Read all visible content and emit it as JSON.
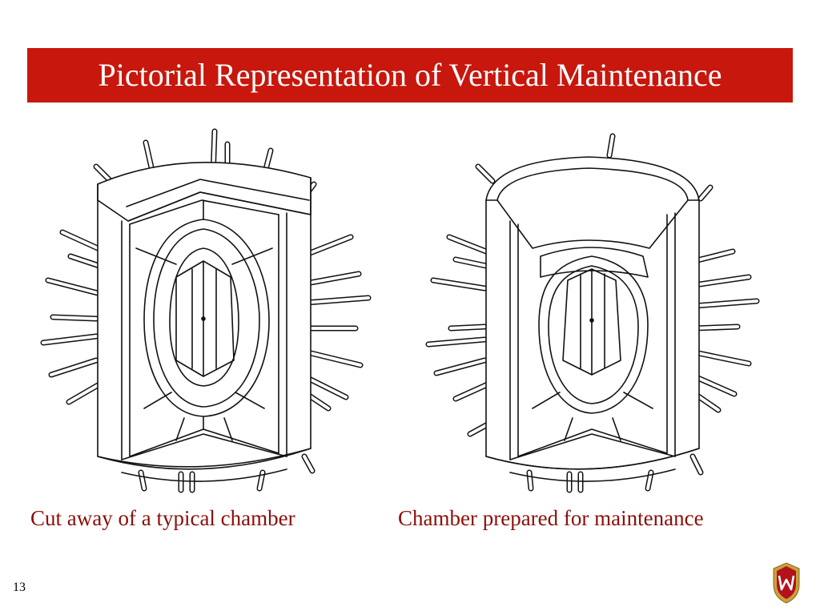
{
  "slide": {
    "title": "Pictorial Representation of Vertical Maintenance",
    "slide_number": "13"
  },
  "figures": {
    "left_caption": "Cut away of a typical chamber",
    "right_caption": "Chamber prepared for maintenance"
  },
  "logo": {
    "icon": "university-crest-icon",
    "letter": "W"
  },
  "colors": {
    "title_bar": "#c8170d",
    "caption_text": "#8b0f0a",
    "line": "#111111",
    "crest_red": "#b3121c",
    "crest_gold": "#c9a13b"
  }
}
